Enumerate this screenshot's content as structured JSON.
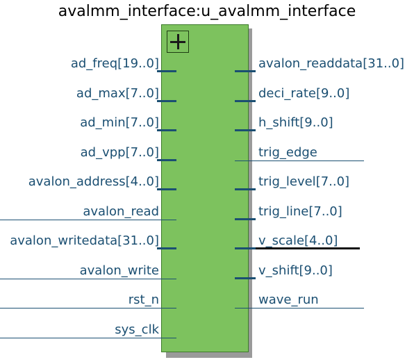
{
  "title": "avalmm_interface:u_avalmm_interface",
  "colors": {
    "block_fill": "#7dc25e",
    "label_text": "#1b4f72",
    "wire": "#1b4f72"
  },
  "icons": {
    "expand": "plus-box-icon"
  },
  "inputs": [
    {
      "name": "ad_freq[19..0]",
      "kind": "bus"
    },
    {
      "name": "ad_max[7..0]",
      "kind": "bus"
    },
    {
      "name": "ad_min[7..0]",
      "kind": "bus"
    },
    {
      "name": "ad_vpp[7..0]",
      "kind": "bus"
    },
    {
      "name": "avalon_address[4..0]",
      "kind": "bus"
    },
    {
      "name": "avalon_read",
      "kind": "wire"
    },
    {
      "name": "avalon_writedata[31..0]",
      "kind": "bus"
    },
    {
      "name": "avalon_write",
      "kind": "wire"
    },
    {
      "name": "rst_n",
      "kind": "wire"
    },
    {
      "name": "sys_clk",
      "kind": "wire"
    }
  ],
  "outputs": [
    {
      "name": "avalon_readdata[31..0]",
      "kind": "bus"
    },
    {
      "name": "deci_rate[9..0]",
      "kind": "bus"
    },
    {
      "name": "h_shift[9..0]",
      "kind": "bus"
    },
    {
      "name": "trig_edge",
      "kind": "wire"
    },
    {
      "name": "trig_level[7..0]",
      "kind": "bus"
    },
    {
      "name": "trig_line[7..0]",
      "kind": "bus"
    },
    {
      "name": "v_scale[4..0]",
      "kind": "bus",
      "highlighted": true
    },
    {
      "name": "v_shift[9..0]",
      "kind": "bus"
    },
    {
      "name": "wave_run",
      "kind": "wire"
    }
  ]
}
